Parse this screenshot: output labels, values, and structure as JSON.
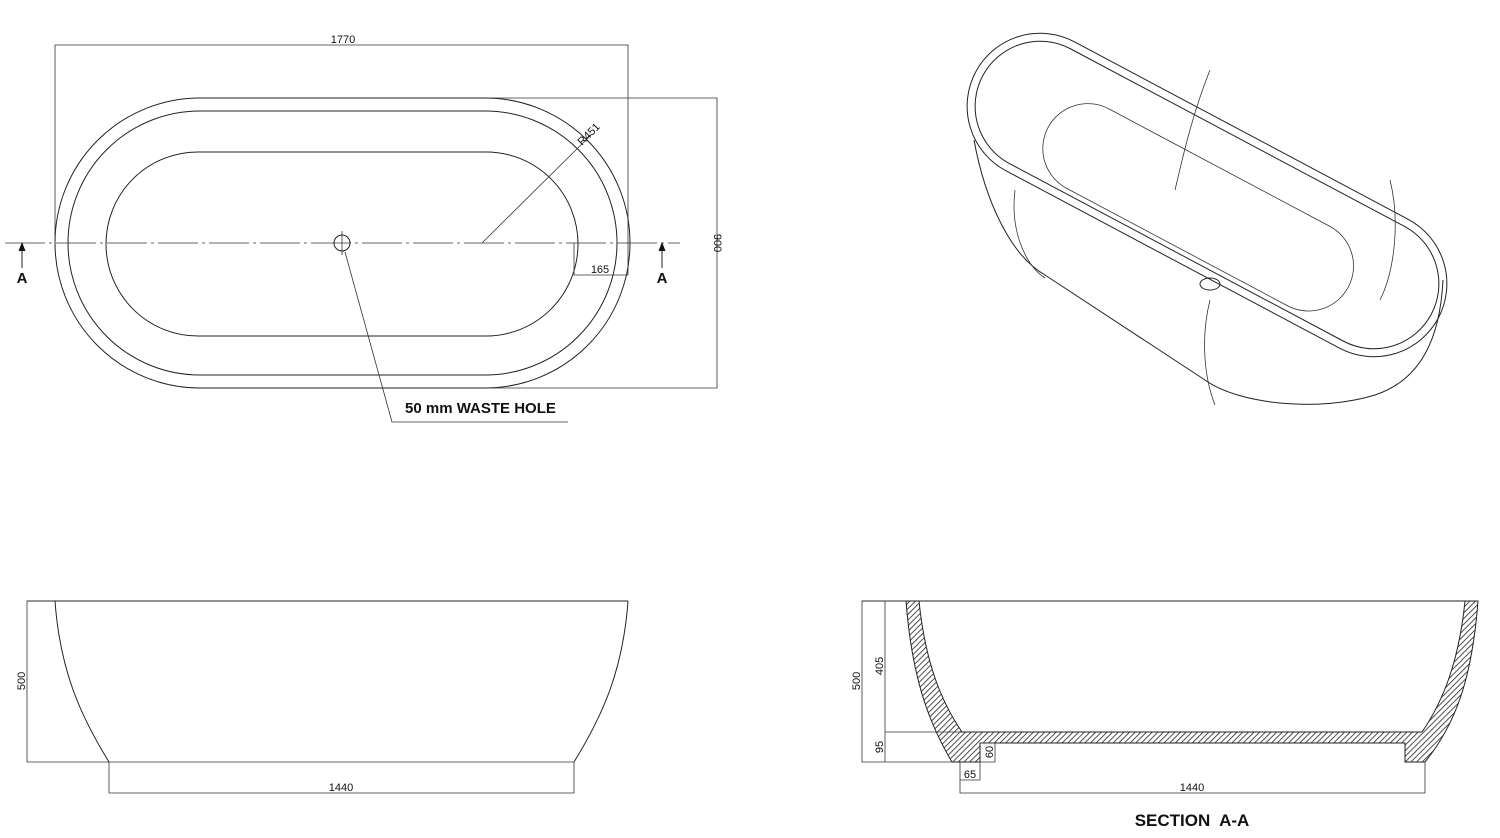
{
  "plan_view": {
    "overall_length": "1770",
    "overall_width": "900",
    "radius": "R451",
    "offset": "165",
    "section_marker_left": "A",
    "section_marker_right": "A",
    "waste_label": "50 mm WASTE HOLE"
  },
  "side_view": {
    "height": "500",
    "base_length": "1440"
  },
  "section_view": {
    "height_total": "500",
    "height_inner": "405",
    "height_base": "95",
    "foot_height": "60",
    "foot_width": "65",
    "base_length": "1440",
    "title": "SECTION  A-A"
  }
}
